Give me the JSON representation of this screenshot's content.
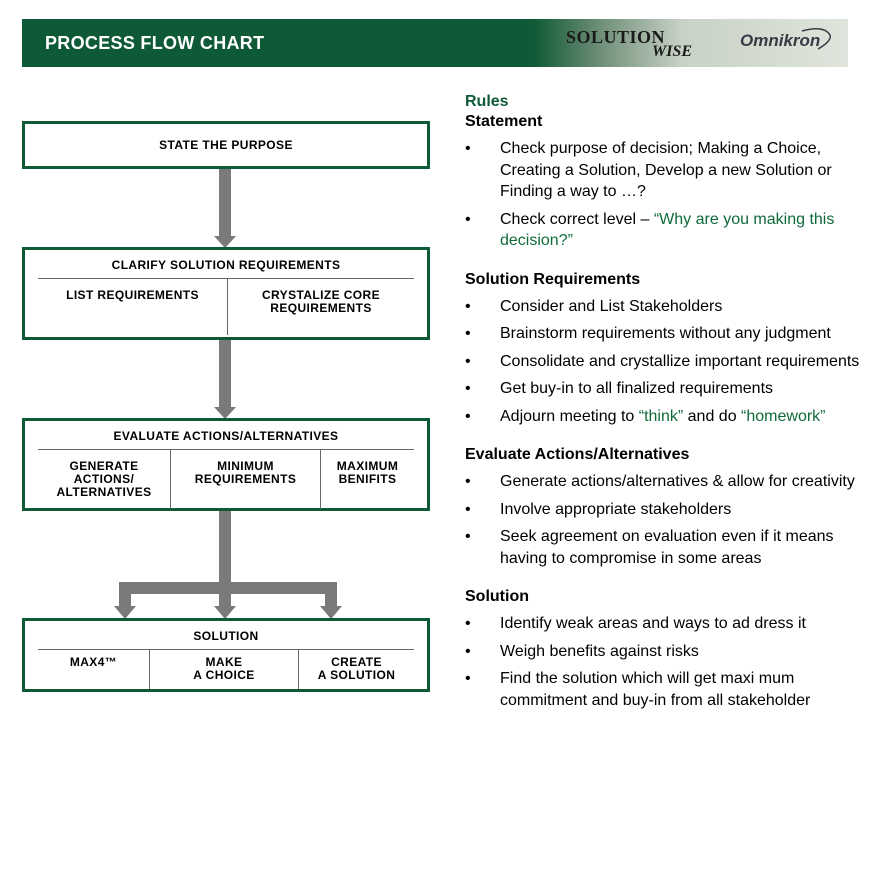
{
  "header": {
    "title": "PROCESS FLOW CHART",
    "logo_solution_line1": "SOLUTION",
    "logo_solution_line2": "WISE",
    "logo_omnikron": "Omnikron"
  },
  "colors": {
    "brand_green": "#0f5a36",
    "arrow_gray": "#7a7a7a",
    "accent_text_green": "#0f6a3a"
  },
  "flow": {
    "purpose": {
      "title": "STATE THE PURPOSE"
    },
    "requirements": {
      "title": "CLARIFY SOLUTION REQUIREMENTS",
      "cells": [
        {
          "lines": [
            "LIST REQUIREMENTS"
          ]
        },
        {
          "lines": [
            "CRYSTALIZE CORE",
            "REQUIREMENTS"
          ]
        }
      ]
    },
    "evaluate": {
      "title": "EVALUATE ACTIONS/ALTERNATIVES",
      "cells": [
        {
          "lines": [
            "GENERATE",
            "ACTIONS/",
            "ALTERNATIVES"
          ]
        },
        {
          "lines": [
            "MINIMUM",
            "REQUIREMENTS"
          ]
        },
        {
          "lines": [
            "MAXIMUM",
            "BENIFITS"
          ]
        }
      ]
    },
    "solution": {
      "title": "SOLUTION",
      "cells": [
        {
          "lines": [
            "MAX4™"
          ]
        },
        {
          "lines": [
            "MAKE",
            "A CHOICE"
          ]
        },
        {
          "lines": [
            "CREATE",
            "A SOLUTION"
          ]
        }
      ]
    }
  },
  "rules": {
    "title": "Rules",
    "sections": [
      {
        "heading": "Statement",
        "items": [
          [
            {
              "text": "Check purpose of decision; Making a Choice, Creating a Solution, Develop a new Solution or Finding a way to …?"
            }
          ],
          [
            {
              "text": "Check correct level – "
            },
            {
              "text": "“Why are you making this decision?”",
              "accent": true
            }
          ]
        ]
      },
      {
        "heading": "Solution Requirements",
        "items": [
          [
            {
              "text": "Consider and List Stakeholders"
            }
          ],
          [
            {
              "text": "Brainstorm requirements without any judgment"
            }
          ],
          [
            {
              "text": "Consolidate and crystallize important requirements"
            }
          ],
          [
            {
              "text": "Get buy-in to all finalized requirements"
            }
          ],
          [
            {
              "text": "Adjourn meeting to "
            },
            {
              "text": "“think”",
              "accent": true
            },
            {
              "text": " and do "
            },
            {
              "text": "“homework”",
              "accent": true
            }
          ]
        ]
      },
      {
        "heading": "Evaluate Actions/Alternatives",
        "items": [
          [
            {
              "text": "Generate actions/alternatives & allow for creativity"
            }
          ],
          [
            {
              "text": "Involve appropriate stakeholders"
            }
          ],
          [
            {
              "text": "Seek agreement on evaluation even if it means having to compromise in some areas"
            }
          ]
        ]
      },
      {
        "heading": "Solution",
        "items": [
          [
            {
              "text": "Identify weak areas and ways to ad dress it"
            }
          ],
          [
            {
              "text": "Weigh benefits against risks"
            }
          ],
          [
            {
              "text": "Find the solution which will get maxi mum commitment and buy-in from all stakeholder"
            }
          ]
        ]
      }
    ]
  }
}
